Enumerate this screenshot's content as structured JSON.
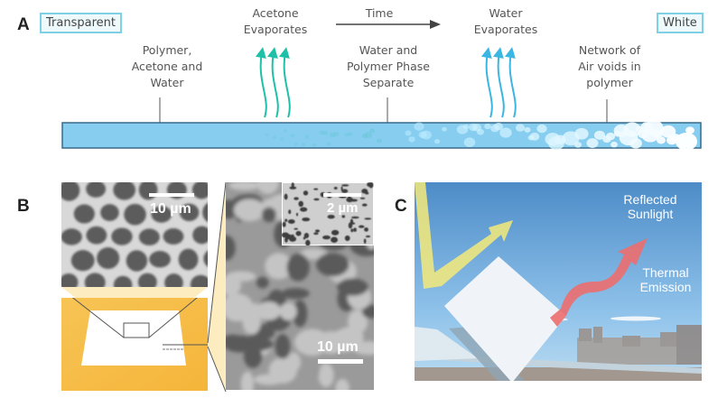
{
  "panel_a": {
    "letter": "A",
    "start_state": "Transparent",
    "end_state": "White",
    "time_label": "Time",
    "labels": {
      "mixture": [
        "Polymer,",
        "Acetone and",
        "Water"
      ],
      "acetone": [
        "Acetone",
        "Evaporates"
      ],
      "phase": [
        "Water and",
        "Polymer Phase",
        "Separate"
      ],
      "water": [
        "Water",
        "Evaporates"
      ],
      "network": [
        "Network of",
        "Air voids in",
        "polymer"
      ]
    },
    "colors": {
      "film": "#86cdf0",
      "film_border": "#3a6a88",
      "acetone_arrows": "#1ec0a8",
      "water_arrows": "#3ab6e2",
      "box_border": "#7fd0e4"
    }
  },
  "panel_b": {
    "letter": "B",
    "scale_top": "10 µm",
    "scale_inset": "2 µm",
    "scale_cross": "10 µm",
    "colors": {
      "background": "#f6c24a",
      "zoom_fill": "#fdecc0"
    }
  },
  "panel_c": {
    "letter": "C",
    "reflected": [
      "Reflected",
      "Sunlight"
    ],
    "thermal": [
      "Thermal",
      "Emission"
    ],
    "colors": {
      "sky": "#5d9ad2",
      "sun_arrow": "#f5ea7a",
      "thermal_arrow": "#ec6e6e"
    }
  }
}
